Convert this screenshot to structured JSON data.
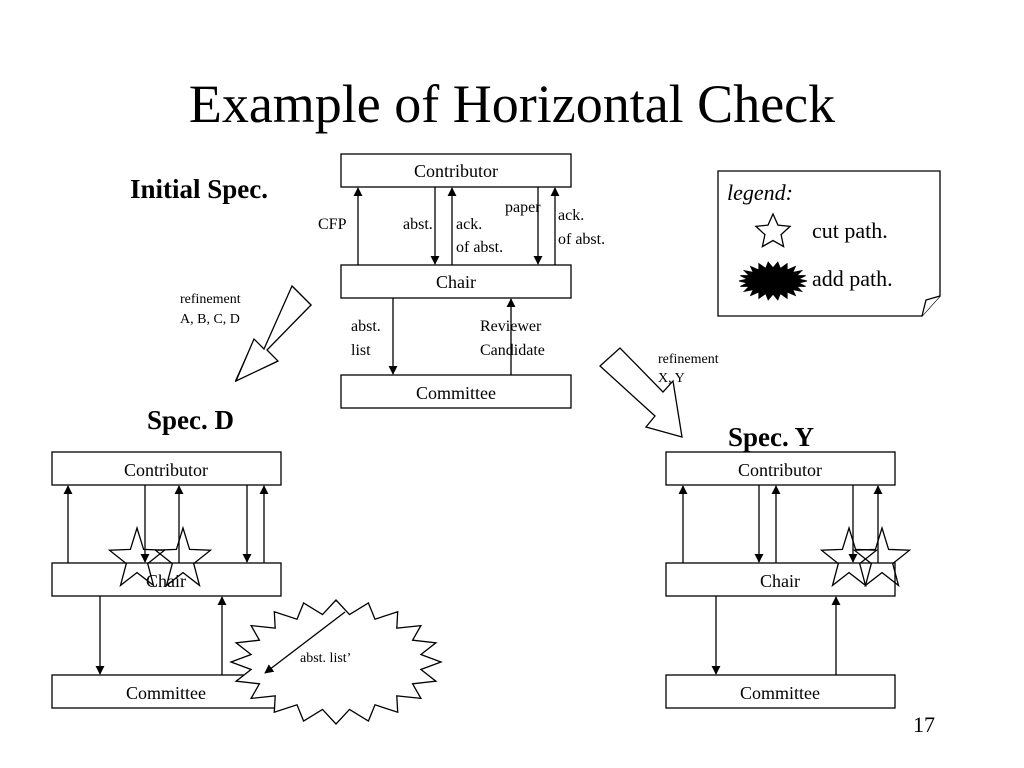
{
  "title": "Example of Horizontal Check",
  "page_number": "17",
  "initial_spec": {
    "heading": "Initial Spec.",
    "contributor": "Contributor",
    "chair": "Chair",
    "committee": "Committee",
    "labels": {
      "cfp": "CFP",
      "abst": "abst.",
      "ack1": "ack.",
      "ack1b": "of abst.",
      "paper": "paper",
      "ack2": "ack.",
      "ack2b": "of abst.",
      "abst_list1": "abst.",
      "abst_list2": "list",
      "reviewer1": "Reviewer",
      "reviewer2": "Candidate"
    }
  },
  "refinement_d": {
    "line1": "refinement",
    "line2": "A, B, C, D"
  },
  "refinement_y": {
    "line1": "refinement",
    "line2": "X, Y"
  },
  "spec_d": {
    "heading": "Spec. D",
    "contributor": "Contributor",
    "chair": "Chair",
    "committee": "Committee",
    "added_label": "abst. list’"
  },
  "spec_y": {
    "heading": "Spec. Y",
    "contributor": "Contributor",
    "chair": "Chair",
    "committee": "Committee"
  },
  "legend": {
    "title": "legend:",
    "cut": "cut path.",
    "add": "add path."
  }
}
